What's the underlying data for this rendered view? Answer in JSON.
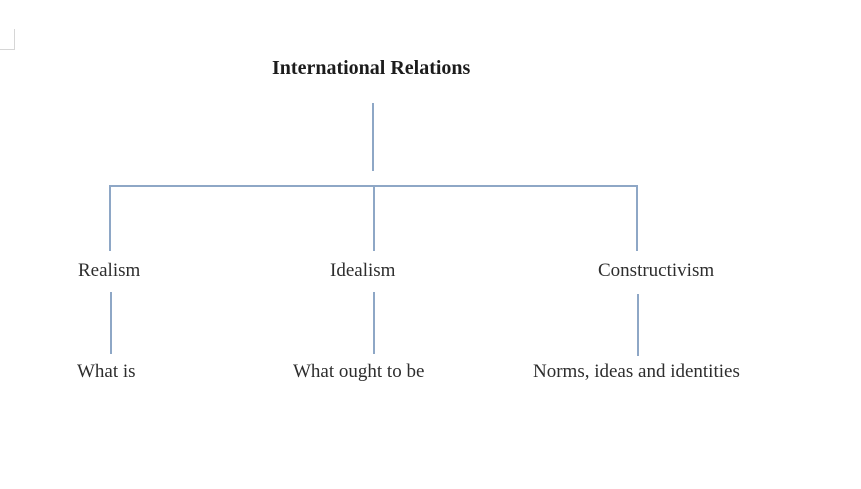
{
  "diagram": {
    "title": "International Relations",
    "branches": [
      {
        "label": "Realism",
        "description": "What is"
      },
      {
        "label": "Idealism",
        "description": "What ought to be"
      },
      {
        "label": "Constructivism",
        "description": "Norms, ideas and identities"
      }
    ],
    "line_color": "#8ea7c6"
  }
}
